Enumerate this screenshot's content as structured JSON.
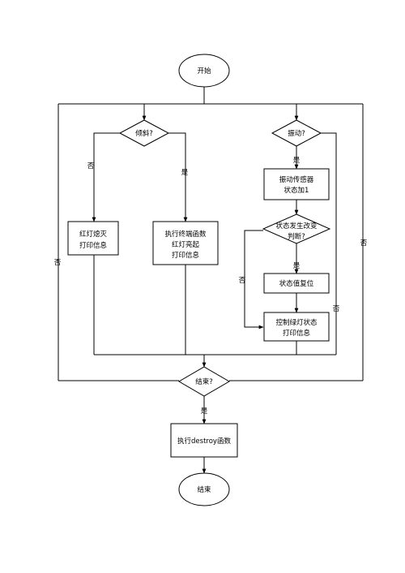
{
  "nodes": {
    "start": "开始",
    "tilt": "倾斜?",
    "vibrate": "振动?",
    "vib_sensor_1": "振动传感器",
    "vib_sensor_2": "状态加1",
    "state_change_1": "状态发生改变",
    "state_change_2": "判断?",
    "red_off_1": "红灯熄灭",
    "red_off_2": "打印信息",
    "terminal_1": "执行终端函数",
    "terminal_2": "红灯亮起",
    "terminal_3": "打印信息",
    "reset": "状态值复位",
    "green_1": "控制绿灯状态",
    "green_2": "打印信息",
    "end_q": "结束?",
    "destroy": "执行destroy函数",
    "end": "结束"
  },
  "labels": {
    "tilt_no": "否",
    "tilt_yes": "是",
    "vib_yes": "是",
    "change_yes": "是",
    "change_no": "否",
    "vib_no": "否",
    "loop_left_no": "否",
    "loop_right_no": "否",
    "end_yes": "是"
  }
}
